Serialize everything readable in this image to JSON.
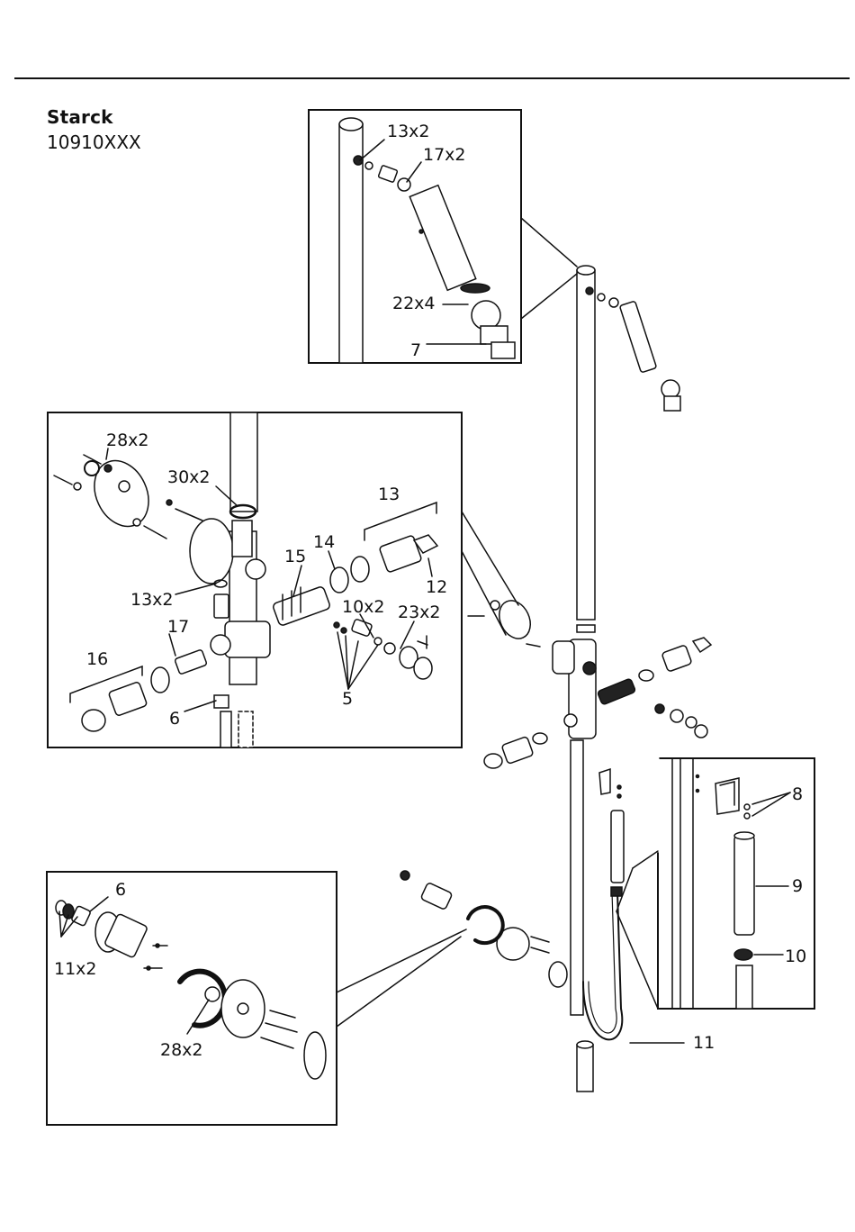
{
  "header": {
    "brand": "Starck",
    "model": "10910XXX"
  },
  "labels": {
    "top_13x2": "13x2",
    "top_17x2": "17x2",
    "top_22x4": "22x4",
    "top_7": "7",
    "left_28x2": "28x2",
    "left_30x2": "30x2",
    "left_13": "13",
    "left_14": "14",
    "left_15": "15",
    "left_12": "12",
    "left_13x2": "13x2",
    "left_10x2": "10x2",
    "left_23x2": "23x2",
    "left_17": "17",
    "left_16": "16",
    "left_5": "5",
    "left_6": "6",
    "right_8": "8",
    "right_9": "9",
    "right_10": "10",
    "main_11": "11",
    "bottom_6": "6",
    "bottom_11x2": "11x2",
    "bottom_28x2": "28x2"
  }
}
